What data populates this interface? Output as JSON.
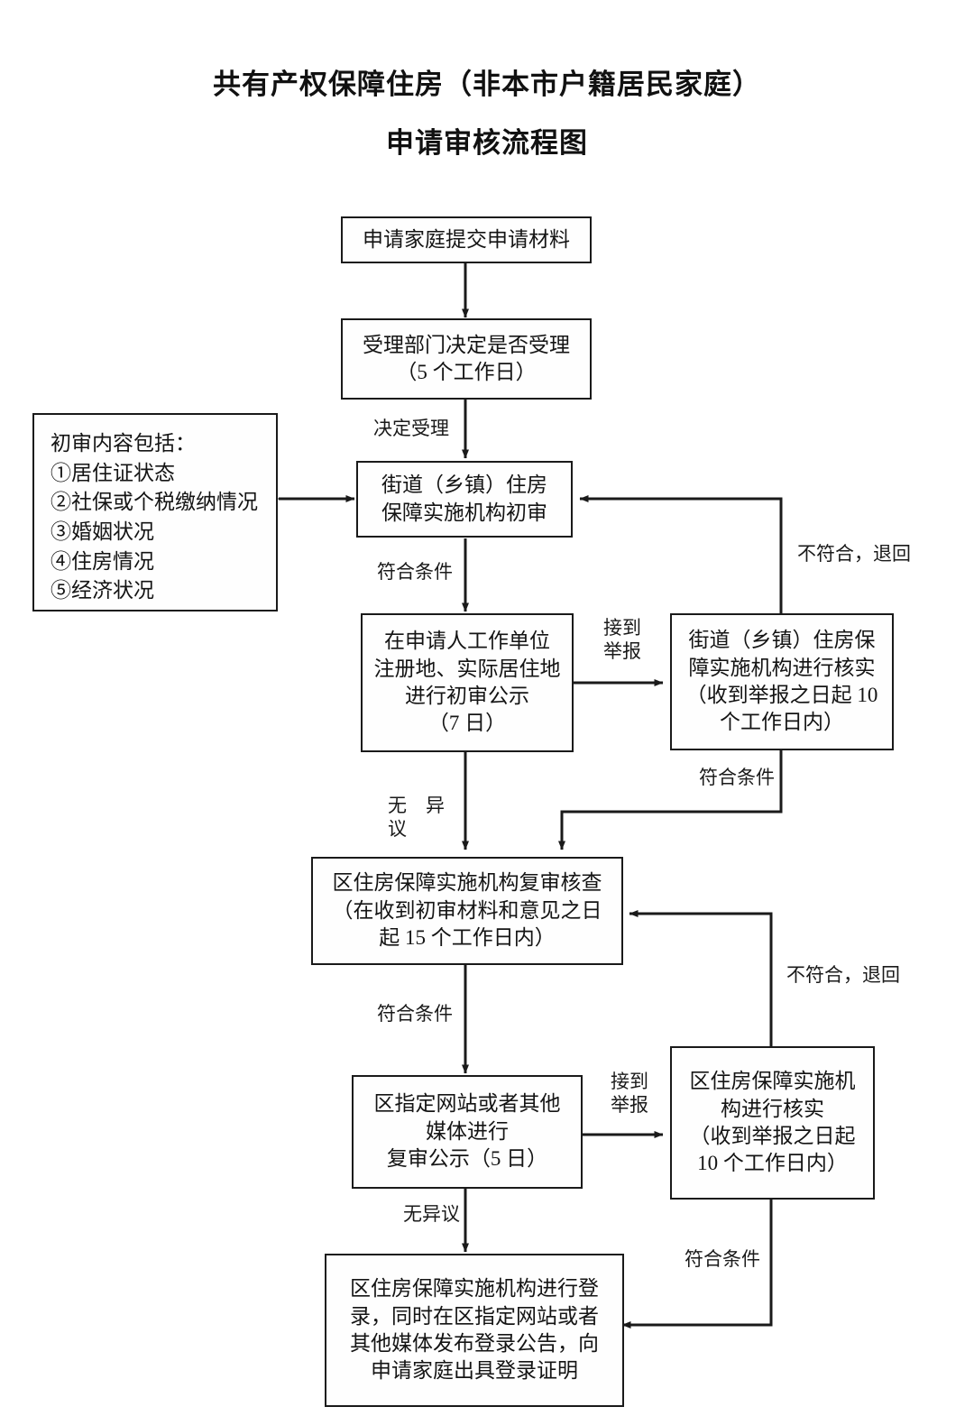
{
  "title": {
    "line1": "共有产权保障住房（非本市户籍居民家庭）",
    "line2": "申请审核流程图"
  },
  "nodes": {
    "submit": {
      "lines": [
        "申请家庭提交申请材料"
      ]
    },
    "accept": {
      "lines": [
        "受理部门决定是否受理",
        "（5 个工作日）"
      ]
    },
    "initial_content": {
      "lines": [
        "初审内容包括：",
        "①居住证状态",
        "②社保或个税缴纳情况",
        "③婚姻状况",
        "④住房情况",
        "⑤经济状况"
      ]
    },
    "street_review": {
      "lines": [
        "街道（乡镇）住房",
        "保障实施机构初审"
      ]
    },
    "first_publicity": {
      "lines": [
        "在申请人工作单位",
        "注册地、实际居住地",
        "进行初审公示",
        "（7 日）"
      ]
    },
    "street_verify": {
      "lines": [
        "街道（乡镇）住房保",
        "障实施机构进行核实",
        "（收到举报之日起 10",
        "个工作日内）"
      ]
    },
    "district_review": {
      "lines": [
        "区住房保障实施机构复审核查",
        "（在收到初审材料和意见之日",
        "起 15 个工作日内）"
      ]
    },
    "second_publicity": {
      "lines": [
        "区指定网站或者其他",
        "媒体进行",
        "复审公示（5 日）"
      ]
    },
    "district_verify": {
      "lines": [
        "区住房保障实施机",
        "构进行核实",
        "（收到举报之日起",
        "10 个工作日内）"
      ]
    },
    "registration": {
      "lines": [
        "区住房保障实施机构进行登",
        "录，同时在区指定网站或者",
        "其他媒体发布登录公告，向",
        "申请家庭出具登录证明"
      ]
    }
  },
  "edge_labels": {
    "decide_accept": "决定受理",
    "meets_condition_1": "符合条件",
    "report_received_1": {
      "l1": "接到",
      "l2": "举报"
    },
    "not_meet_return_1": "不符合，退回",
    "meets_condition_2": "符合条件",
    "no_objection_1": {
      "l1": "无　异",
      "l2": "议"
    },
    "meets_condition_3": "符合条件",
    "report_received_2": {
      "l1": "接到",
      "l2": "举报"
    },
    "not_meet_return_2": "不符合，退回",
    "no_objection_2": "无异议",
    "meets_condition_4": "符合条件"
  },
  "colors": {
    "stroke": "#1a1a1a",
    "text": "#141414",
    "background": "#ffffff"
  }
}
